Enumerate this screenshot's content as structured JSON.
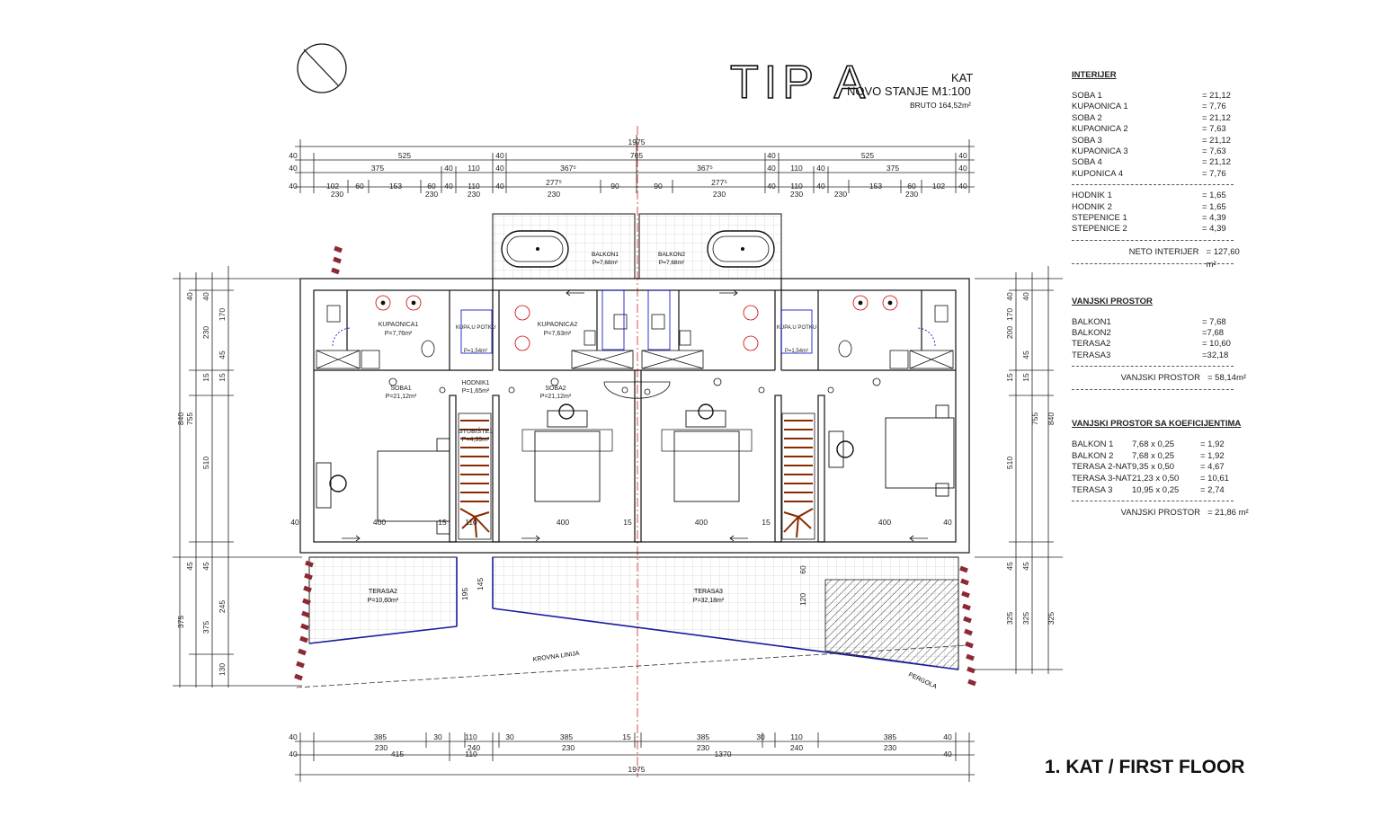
{
  "title": {
    "type": "TIP A",
    "level": "KAT",
    "state": "NOVO STANJE M1:100",
    "gross": "BRUTO 164,52m²"
  },
  "floor_label": "1. KAT / FIRST FLOOR",
  "interior": {
    "header": "INTERIJER",
    "rooms": [
      {
        "name": "SOBA 1",
        "value": "= 21,12"
      },
      {
        "name": "KUPAONICA 1",
        "value": "= 7,76"
      },
      {
        "name": "SOBA 2",
        "value": "= 21,12"
      },
      {
        "name": "KUPAONICA 2",
        "value": "= 7,63"
      },
      {
        "name": "SOBA 3",
        "value": "= 21,12"
      },
      {
        "name": "KUPAONICA 3",
        "value": "= 7,63"
      },
      {
        "name": "SOBA 4",
        "value": "= 21,12"
      },
      {
        "name": "KUPONICA 4",
        "value": "= 7,76"
      }
    ],
    "circulation": [
      {
        "name": "HODNIK 1",
        "value": "= 1,65"
      },
      {
        "name": "HODNIK 2",
        "value": "= 1,65"
      },
      {
        "name": "STEPENICE 1",
        "value": "= 4,39"
      },
      {
        "name": "STEPENICE 2",
        "value": "= 4,39"
      }
    ],
    "total_label": "NETO INTERIJER",
    "total_value": "= 127,60 m²"
  },
  "exterior": {
    "header": "VANJSKI PROSTOR",
    "items": [
      {
        "name": "BALKON1",
        "value": "= 7,68"
      },
      {
        "name": "BALKON2",
        "value": "=7,68"
      },
      {
        "name": "TERASA2",
        "value": "= 10,60"
      },
      {
        "name": "TERASA3",
        "value": "=32,18"
      }
    ],
    "total_label": "VANJSKI PROSTOR",
    "total_value": "= 58,14m²"
  },
  "coefficients": {
    "header": "VANJSKI PROSTOR SA KOEFICIJENTIMA",
    "items": [
      {
        "name": "BALKON 1",
        "formula": "7,68  x 0,25",
        "value": "= 1,92"
      },
      {
        "name": "BALKON 2",
        "formula": "7,68  x 0,25",
        "value": "= 1,92"
      },
      {
        "name": "TERASA 2-NAT",
        "formula": "9,35  x 0,50",
        "value": "= 4,67"
      },
      {
        "name": "TERASA 3-NAT",
        "formula": "21,23 x 0,50",
        "value": "= 10,61"
      },
      {
        "name": "TERASA 3",
        "formula": "10,95 x 0,25",
        "value": "= 2,74"
      }
    ],
    "total_label": "VANJSKI PROSTOR",
    "total_value": "= 21,86 m²"
  },
  "plan": {
    "rooms": [
      {
        "id": "kupaonica1",
        "name": "KUPAONICA1",
        "area": "P=7,76m²"
      },
      {
        "id": "kupaonica2",
        "name": "KUPAONICA2",
        "area": "P=7,63m²"
      },
      {
        "id": "soba1",
        "name": "SOBA1",
        "area": "P=21,12m²"
      },
      {
        "id": "soba2",
        "name": "SOBA2",
        "area": "P=21,12m²"
      },
      {
        "id": "hodnik1",
        "name": "HODNIK1",
        "area": "P=1,65m²"
      },
      {
        "id": "stubiste1",
        "name": "STUBIŠTE1",
        "area": "P=4,39m²"
      },
      {
        "id": "balkon1",
        "name": "BALKON1",
        "area": "P=7,68m²"
      },
      {
        "id": "balkon2",
        "name": "BALKON2",
        "area": "P=7,68m²"
      },
      {
        "id": "kupa1",
        "name": "KUPA.U POTKU",
        "area": "P=1,54m²"
      },
      {
        "id": "kupa2",
        "name": "KUPA.U POTKU",
        "area": "P=1,54m²"
      },
      {
        "id": "terasa2",
        "name": "TERASA2",
        "area": "P=10,60m²"
      },
      {
        "id": "terasa3",
        "name": "TERASA3",
        "area": "P=32,18m²"
      }
    ],
    "notes": {
      "roofline": "KROVNA LINIJA",
      "pergola": "PERGOLA"
    },
    "dims_top": {
      "total": "1975",
      "row2": [
        "40",
        "525",
        "40",
        "765",
        "40",
        "525",
        "40"
      ],
      "row3": [
        "40",
        "375",
        "40",
        "110",
        "40",
        "367⁵",
        "367⁵",
        "40",
        "110",
        "40",
        "375",
        "40"
      ],
      "row4": [
        "40",
        "102",
        "60",
        "153",
        "60",
        "40",
        "110",
        "40",
        "277⁵",
        "90",
        "90",
        "277⁵",
        "40",
        "110",
        "40",
        "153",
        "60",
        "102",
        "40"
      ],
      "row4b": [
        "230",
        "230",
        "230",
        "230",
        "230",
        "230",
        "230",
        "230"
      ]
    },
    "dims_bottom": {
      "row1": [
        "40",
        "385",
        "30",
        "110",
        "30",
        "385",
        "15",
        "385",
        "30",
        "110",
        "385",
        "40"
      ],
      "row1b": [
        "230",
        "240",
        "230",
        "230",
        "240",
        "230"
      ],
      "row2": [
        "40",
        "415",
        "110",
        "1370",
        "40"
      ],
      "total": "1975"
    },
    "dims_left": [
      "840",
      "755",
      "510",
      "230",
      "170",
      "40",
      "40",
      "15",
      "45",
      "15",
      "45",
      "45",
      "375",
      "375",
      "245",
      "130"
    ],
    "dims_right": [
      "840",
      "755",
      "510",
      "200",
      "170",
      "40",
      "40",
      "15",
      "45",
      "15",
      "45",
      "45",
      "325",
      "325",
      "325"
    ],
    "inner": [
      "400",
      "15",
      "110",
      "400",
      "15",
      "400",
      "15",
      "400",
      "40",
      "40",
      "195",
      "145",
      "60",
      "120"
    ]
  }
}
